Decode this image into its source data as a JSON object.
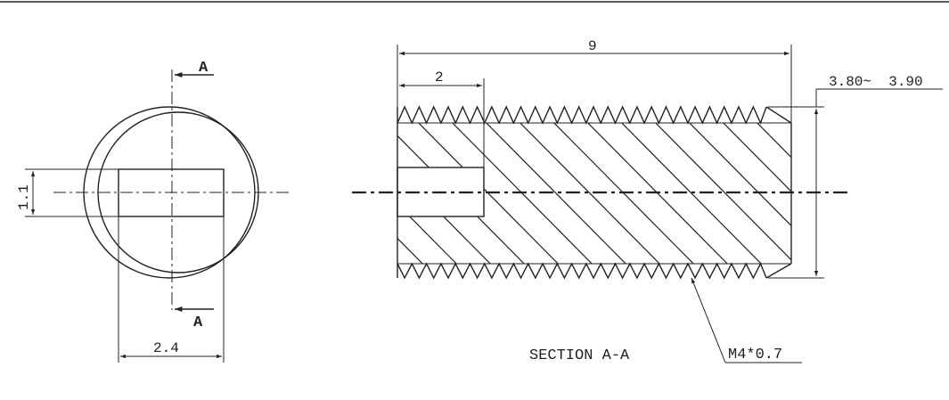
{
  "drawing": {
    "title": "SECTION A-A",
    "section_marker": "A",
    "dimensions": {
      "overall_length": "9",
      "hex_socket_depth": "2",
      "slot_width": "2.4",
      "slot_height": "1.1",
      "diameter_range": "3.80~  3.90",
      "thread_spec": "M4*0.7"
    }
  }
}
